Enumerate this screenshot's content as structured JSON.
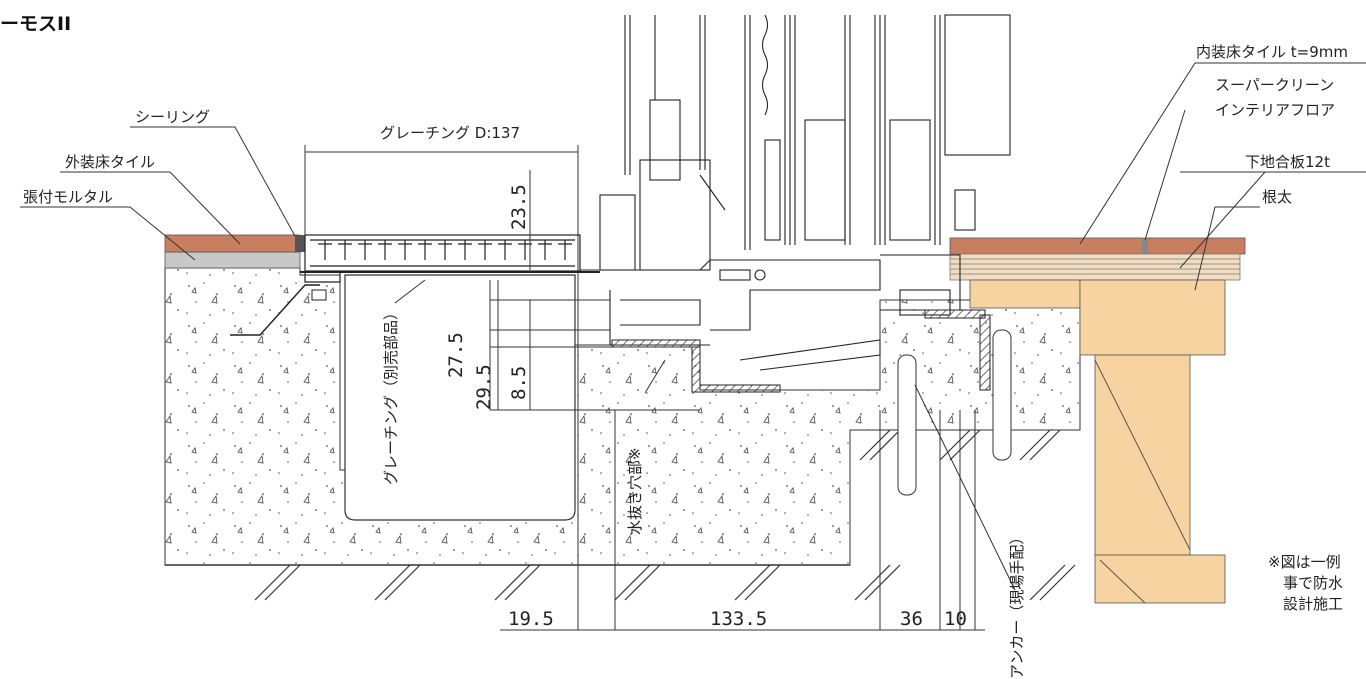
{
  "title": "ーモスII",
  "labels": {
    "sealing": "シーリング",
    "exterior_tile": "外装床タイル",
    "mortar": "張付モルタル",
    "grating": "グレーチング D:137",
    "interior_tile": "内装床タイル t=9mm",
    "floor_line1": "スーパークリーン",
    "floor_line2": "インテリアフロア",
    "plywood": "下地合板12t",
    "joist": "根太",
    "grating_separate": "グレーチング（別売部品）",
    "drain_hole": "水抜き穴部※",
    "anchor": "アンカー（現場手配）"
  },
  "dimensions": {
    "d_23_5": "23.5",
    "d_27_5": "27.5",
    "d_29_5": "29.5",
    "d_8_5": "8.5",
    "d_19_5": "19.5",
    "d_133_5": "133.5",
    "d_36": "36",
    "d_10": "10"
  },
  "note": {
    "line1": "※図は一例",
    "line2": "事で防水",
    "line3": "設計施工"
  },
  "colors": {
    "tile": "#c87f60",
    "mortar": "#c8c8c8",
    "wood": "#f7d3a1",
    "line": "#333333"
  }
}
